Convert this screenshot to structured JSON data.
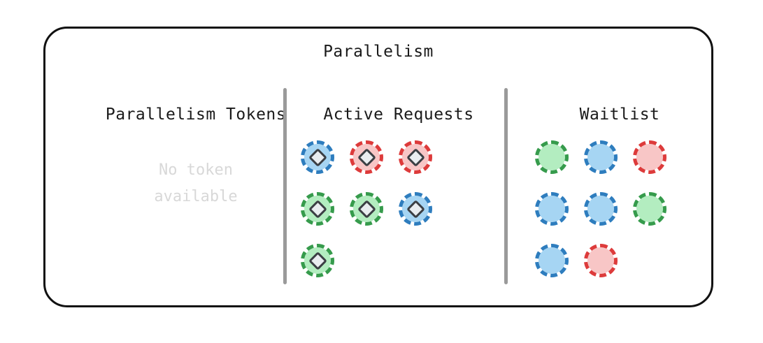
{
  "panel": {
    "title": "Parallelism"
  },
  "columns": [
    {
      "id": "parallelism-tokens",
      "heading": "Parallelism Tokens",
      "empty_message": "No token\navailable",
      "tokens": []
    },
    {
      "id": "active-requests",
      "heading": "Active Requests",
      "empty_message": "",
      "tokens": [
        {
          "color": "blue",
          "has_diamond": true
        },
        {
          "color": "red",
          "has_diamond": true
        },
        {
          "color": "red",
          "has_diamond": true
        },
        {
          "color": "green",
          "has_diamond": true
        },
        {
          "color": "green",
          "has_diamond": true
        },
        {
          "color": "blue",
          "has_diamond": true
        },
        {
          "color": "green",
          "has_diamond": true
        }
      ]
    },
    {
      "id": "waitlist",
      "heading": "Waitlist",
      "empty_message": "",
      "tokens": [
        {
          "color": "green",
          "has_diamond": false
        },
        {
          "color": "blue",
          "has_diamond": false
        },
        {
          "color": "red",
          "has_diamond": false
        },
        {
          "color": "blue",
          "has_diamond": false
        },
        {
          "color": "blue",
          "has_diamond": false
        },
        {
          "color": "green",
          "has_diamond": false
        },
        {
          "color": "blue",
          "has_diamond": false
        },
        {
          "color": "red",
          "has_diamond": false
        }
      ]
    }
  ],
  "colors": {
    "blue_fill": "#a6d5f3",
    "blue_stroke": "#2e7dbe",
    "green_fill": "#b3edc0",
    "green_stroke": "#369b4c",
    "red_fill": "#f8c6c6",
    "red_stroke": "#dd3b3b",
    "diamond_fill": "#e9edf0",
    "diamond_stroke": "#3b3f44",
    "divider": "#9a9a9a",
    "panel_border": "#111111",
    "empty_text": "#d8d8d8"
  }
}
